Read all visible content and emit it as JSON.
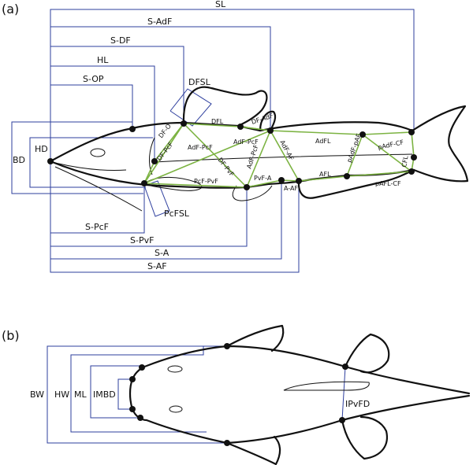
{
  "colors": {
    "measure": "#2e3f9e",
    "truss": "#7cb342",
    "outline": "#111111"
  },
  "panel_a": {
    "panel_label": "(a)",
    "labels": {
      "SL": "SL",
      "S_AdF": "S-AdF",
      "S_DF": "S-DF",
      "HL": "HL",
      "S_OP": "S-OP",
      "DFSL": "DFSL",
      "DFL": "DFL",
      "DF_AdF": "DF-AdF",
      "DF_O": "DF-O",
      "DF_PcF": "DF-PcF",
      "AdF_PcF": "AdF-PcF",
      "AdF_PcF2": "AdF-PcF",
      "AdF_AF": "AdF-AF",
      "AdFL": "AdFL",
      "pAdF_pAF": "pAdF-pAF",
      "pAdF_CF": "pAdF-CF",
      "CFL": "CFL",
      "DF_PvF": "DF-PvF",
      "PcF_PvF": "PcF-PvF",
      "PvF_A": "PvF-A",
      "A_AF": "A-AF",
      "AFL": "AFL",
      "pAFL_CF": "pAFL-CF",
      "PcFSL": "PcFSL",
      "BD": "BD",
      "HD": "HD",
      "S_PcF": "S-PcF",
      "S_PvF": "S-PvF",
      "S_A": "S-A",
      "S_AF": "S-AF"
    }
  },
  "panel_b": {
    "panel_label": "(b)",
    "labels": {
      "BW": "BW",
      "HW": "HW",
      "ML": "ML",
      "IMBD": "IMBD",
      "IPvFD": "IPvFD"
    }
  }
}
